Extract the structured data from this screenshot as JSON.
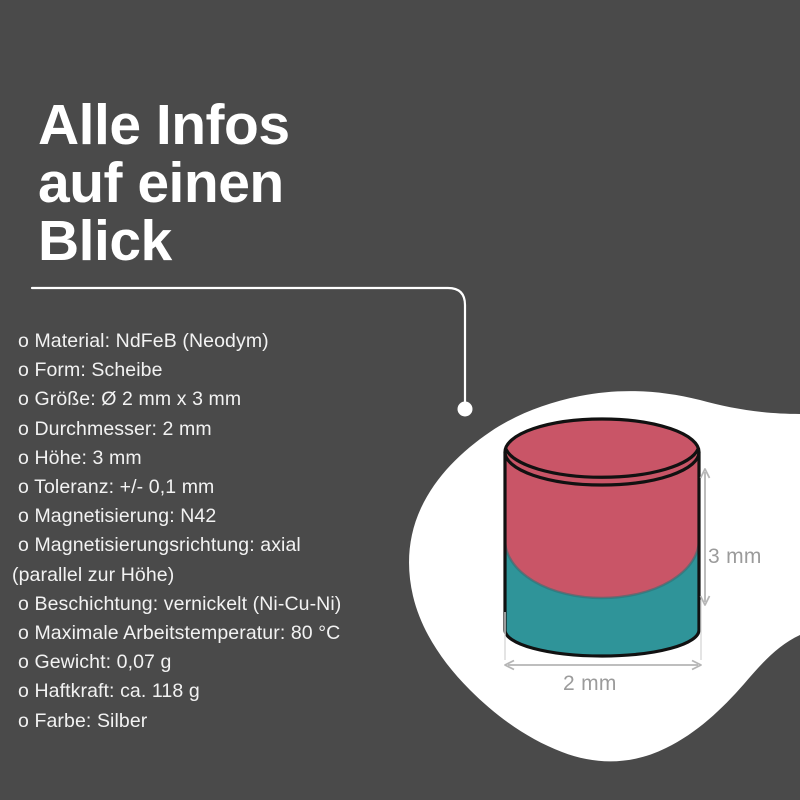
{
  "page": {
    "background_color": "#4a4a4a",
    "title": "Alle Infos\nauf einen\nBlick",
    "title_color": "#ffffff"
  },
  "spec_list": {
    "bullet_char": "o",
    "items": [
      {
        "text": "o Material: NdFeB (Neodym)",
        "continuation": false
      },
      {
        "text": "o Form: Scheibe",
        "continuation": false
      },
      {
        "text": "o Größe: Ø 2 mm x 3 mm",
        "continuation": false
      },
      {
        "text": "o Durchmesser: 2 mm",
        "continuation": false
      },
      {
        "text": "o Höhe: 3 mm",
        "continuation": false
      },
      {
        "text": "o Toleranz: +/- 0,1 mm",
        "continuation": false
      },
      {
        "text": "o Magnetisierung: N42",
        "continuation": false
      },
      {
        "text": "o Magnetisierungsrichtung: axial",
        "continuation": false
      },
      {
        "text": "(parallel zur Höhe)",
        "continuation": true
      },
      {
        "text": "o Beschichtung: vernickelt (Ni-Cu-Ni)",
        "continuation": false
      },
      {
        "text": "o Maximale Arbeitstemperatur: 80 °C",
        "continuation": false
      },
      {
        "text": "o Gewicht: 0,07 g",
        "continuation": false
      },
      {
        "text": "o Haftkraft: ca. 118 g",
        "continuation": false
      },
      {
        "text": "o Farbe: Silber",
        "continuation": false
      }
    ]
  },
  "illustration": {
    "blob_color": "#ffffff",
    "magnet": {
      "top_color": "#c95567",
      "bottom_color": "#2f9499",
      "outline_color": "#111111",
      "shape": "disc-cylinder"
    },
    "dimensions": {
      "height_label": "3 mm",
      "width_label": "2 mm",
      "label_color": "#9b9b9b",
      "arrow_color": "#b5b5b5"
    }
  },
  "connector": {
    "line_color": "#ffffff",
    "dot_color": "#ffffff"
  },
  "product_values": {
    "material": "NdFeB (Neodym)",
    "form": "Scheibe",
    "groesse": "Ø 2 mm x 3 mm",
    "durchmesser": "2 mm",
    "hoehe": "3 mm",
    "toleranz": "+/- 0,1 mm",
    "magnetisierung": "N42",
    "magnetisierungsrichtung": "axial (parallel zur Höhe)",
    "beschichtung": "vernickelt (Ni-Cu-Ni)",
    "max_arbeitstemperatur": "80 °C",
    "gewicht": "0,07 g",
    "haftkraft": "ca. 118 g",
    "farbe": "Silber"
  }
}
